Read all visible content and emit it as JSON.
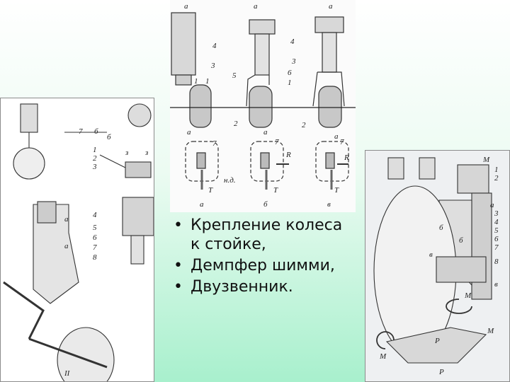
{
  "bullets": [
    "Крепление колеса к стойке,",
    "Демпфер шимми,",
    "Двузвенник."
  ],
  "figure_top": {
    "top_labels": [
      "a",
      "a",
      "a"
    ],
    "part_labels": [
      "4",
      "4",
      "3",
      "3",
      "5",
      "6",
      "1",
      "1",
      "2",
      "2",
      "1"
    ],
    "middle_labels": [
      "a",
      "a",
      "a"
    ],
    "detail_labels": [
      "7",
      "7",
      "7",
      "н.д.",
      "R",
      "R",
      "T",
      "T",
      "T"
    ],
    "caption_letters": [
      "а",
      "б",
      "в"
    ]
  },
  "figure_left": {
    "labels": [
      "7",
      "б",
      "1",
      "2",
      "3",
      "а",
      "а",
      "4",
      "5",
      "6",
      "7",
      "8",
      "б",
      "з",
      "з",
      "II"
    ]
  },
  "figure_right": {
    "labels": [
      "M",
      "1",
      "2",
      "а",
      "3",
      "4",
      "5",
      "6",
      "7",
      "8",
      "б",
      "б",
      "в",
      "в",
      "M",
      "M",
      "P",
      "P",
      "M"
    ]
  }
}
